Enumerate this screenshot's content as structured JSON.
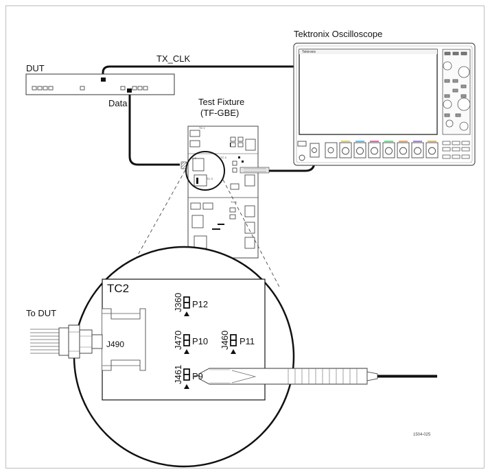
{
  "labels": {
    "oscilloscope": "Tektronix Oscilloscope",
    "tx_clk": "TX_CLK",
    "dut": "DUT",
    "data": "Data",
    "fixture_line1": "Test Fixture",
    "fixture_line2": "(TF-GBE)",
    "to_dut": "To DUT",
    "tc2": "TC2",
    "j490": "J490",
    "j360": "J360",
    "p12": "P12",
    "j470": "J470",
    "p10": "P10",
    "j460": "J460",
    "p11": "P11",
    "j461": "J461",
    "p9": "P9",
    "figure_id": "1504-025"
  },
  "scope": {
    "brand_mark": "Tektronix"
  }
}
